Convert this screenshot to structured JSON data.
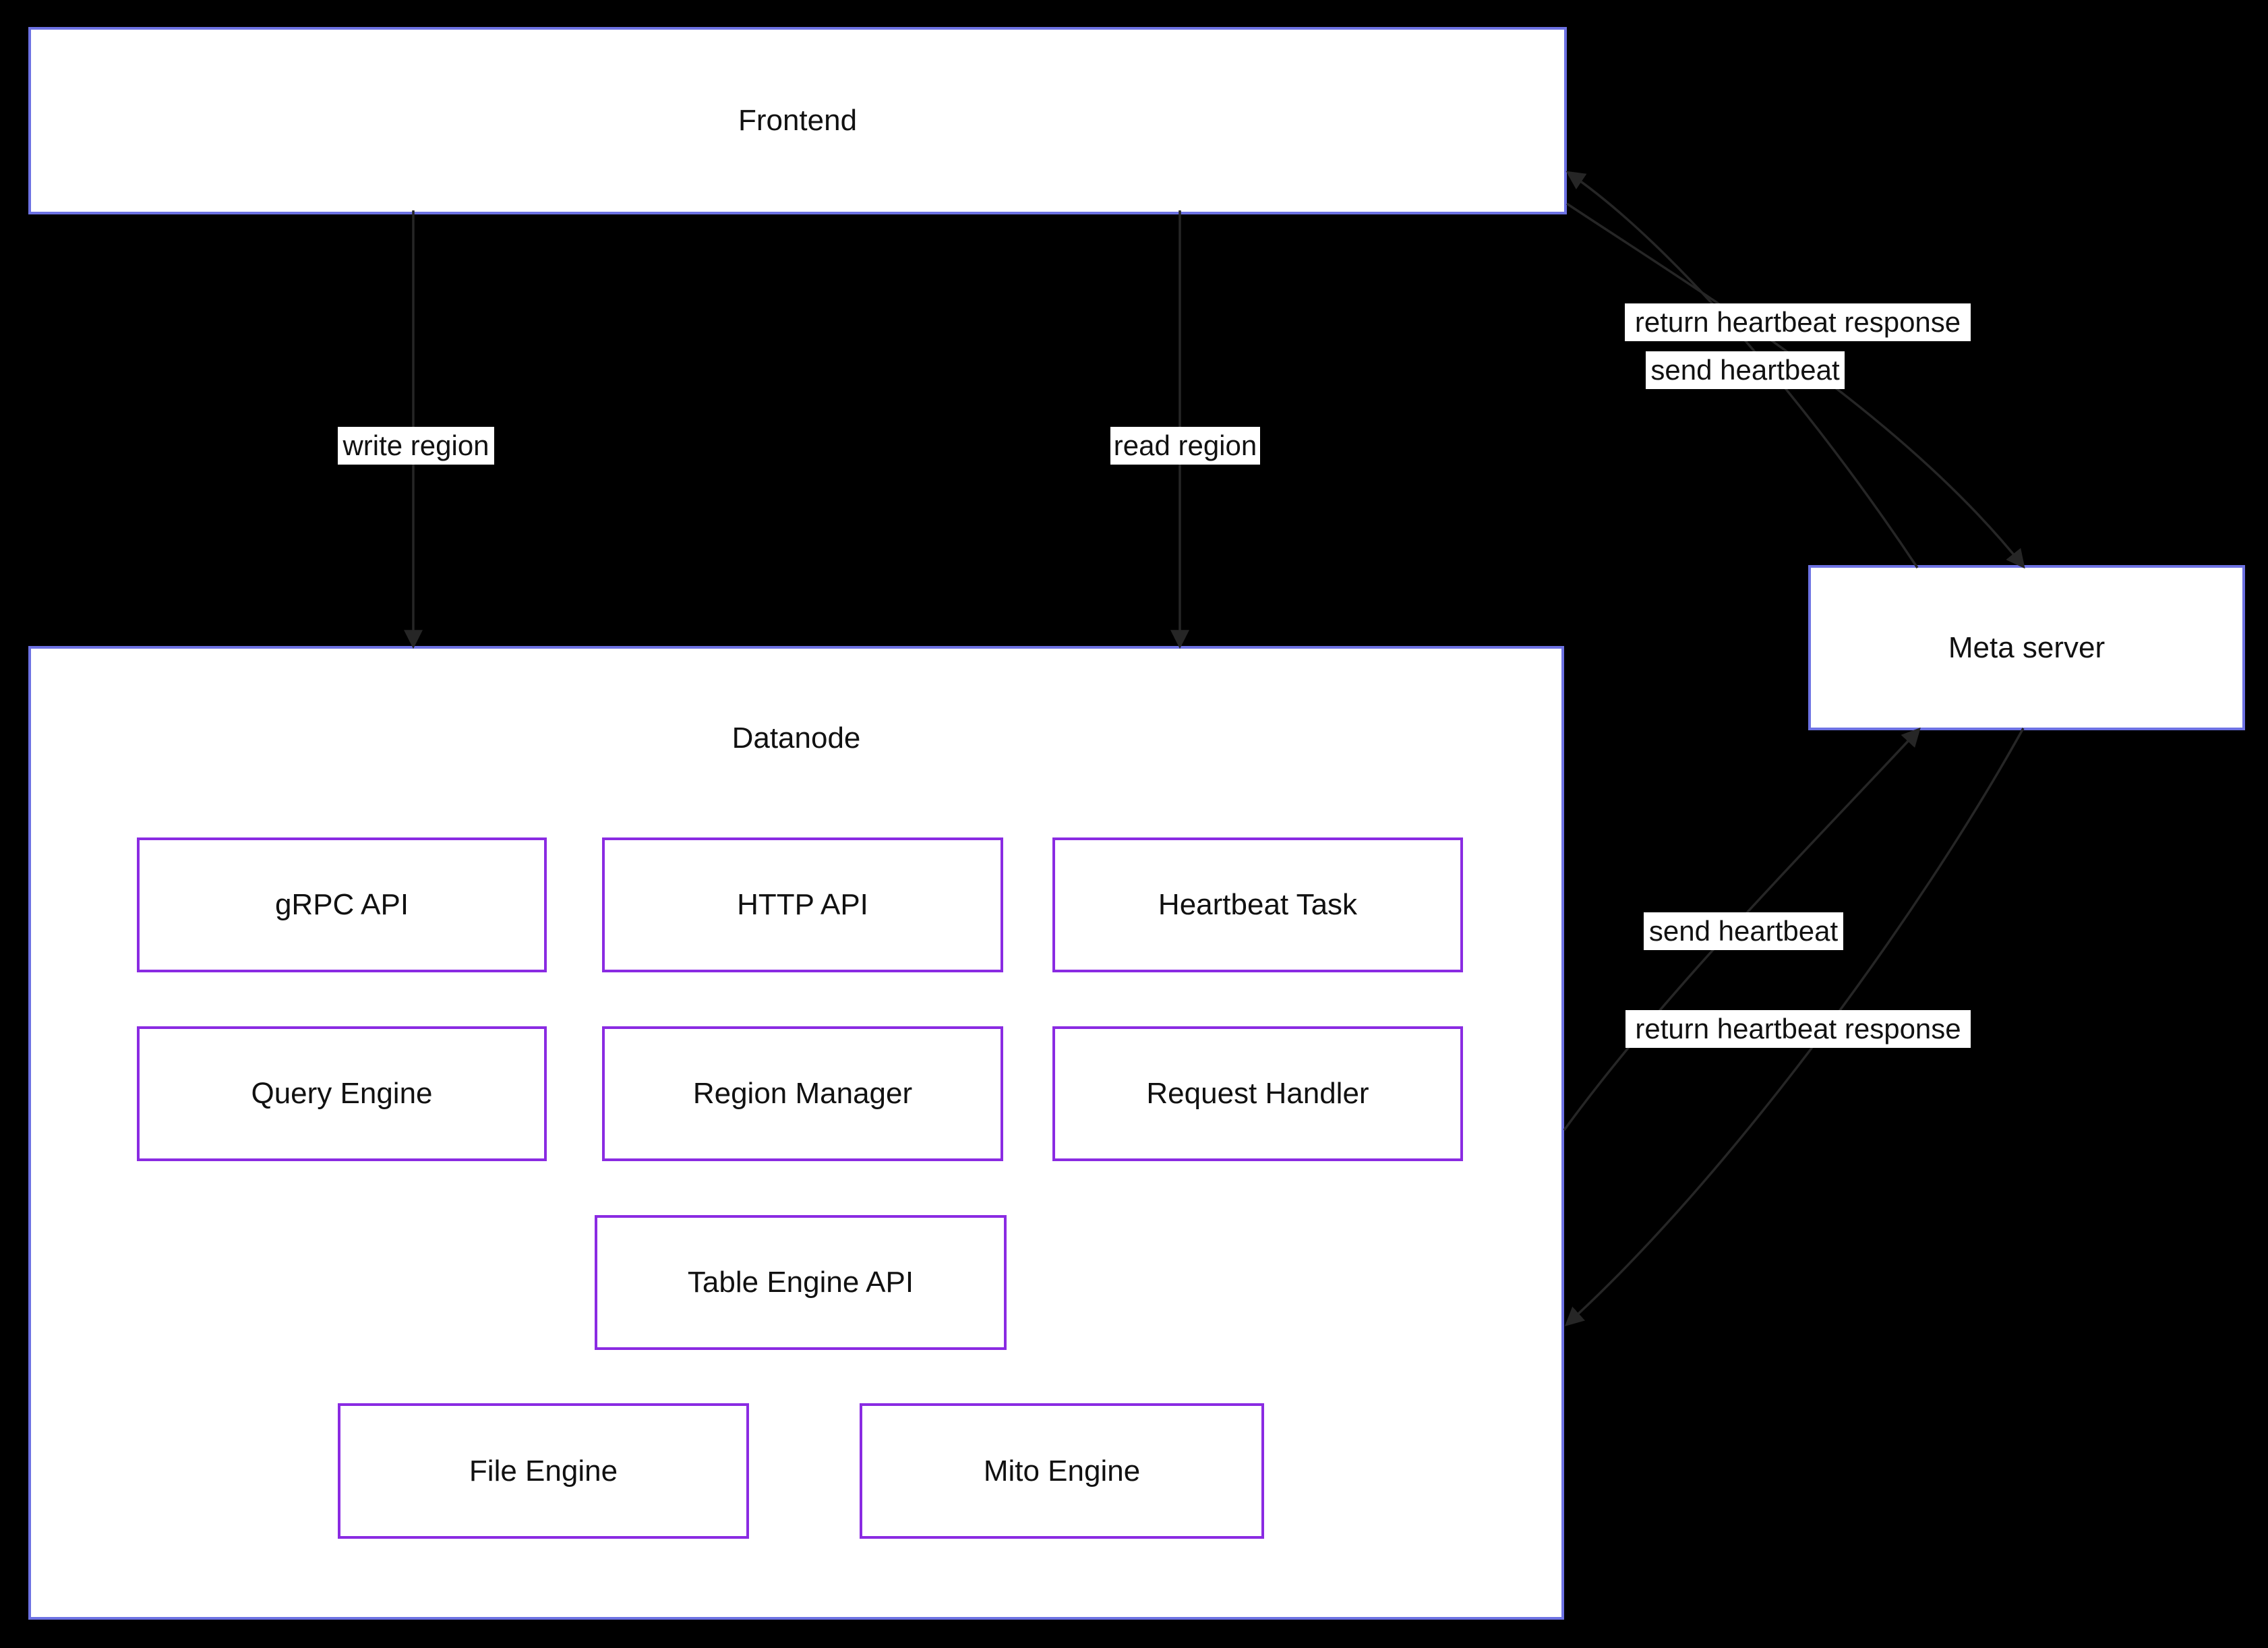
{
  "diagram": {
    "nodes": {
      "frontend": {
        "label": "Frontend"
      },
      "datanode": {
        "label": "Datanode"
      },
      "meta_server": {
        "label": "Meta server"
      },
      "datanode_components": [
        {
          "id": "grpc-api",
          "label": "gRPC API"
        },
        {
          "id": "http-api",
          "label": "HTTP API"
        },
        {
          "id": "heartbeat-task",
          "label": "Heartbeat Task"
        },
        {
          "id": "query-engine",
          "label": "Query Engine"
        },
        {
          "id": "region-manager",
          "label": "Region Manager"
        },
        {
          "id": "request-handler",
          "label": "Request Handler"
        },
        {
          "id": "table-engine-api",
          "label": "Table Engine API"
        },
        {
          "id": "file-engine",
          "label": "File Engine"
        },
        {
          "id": "mito-engine",
          "label": "Mito Engine"
        }
      ]
    },
    "edge_labels": {
      "write_region": "write region",
      "read_region": "read region",
      "frontend_send_heartbeat": "send heartbeat",
      "frontend_return_heartbeat": "return heartbeat response",
      "datanode_send_heartbeat": "send heartbeat",
      "datanode_return_heartbeat": "return heartbeat response"
    },
    "colors": {
      "canvas_background": "#000000",
      "node_fill": "#ffffff",
      "outer_node_border": "#6d72e3",
      "component_border": "#8a2be2",
      "edge_line": "#262626",
      "text": "#111111",
      "edge_label_background": "#ffffff"
    }
  }
}
